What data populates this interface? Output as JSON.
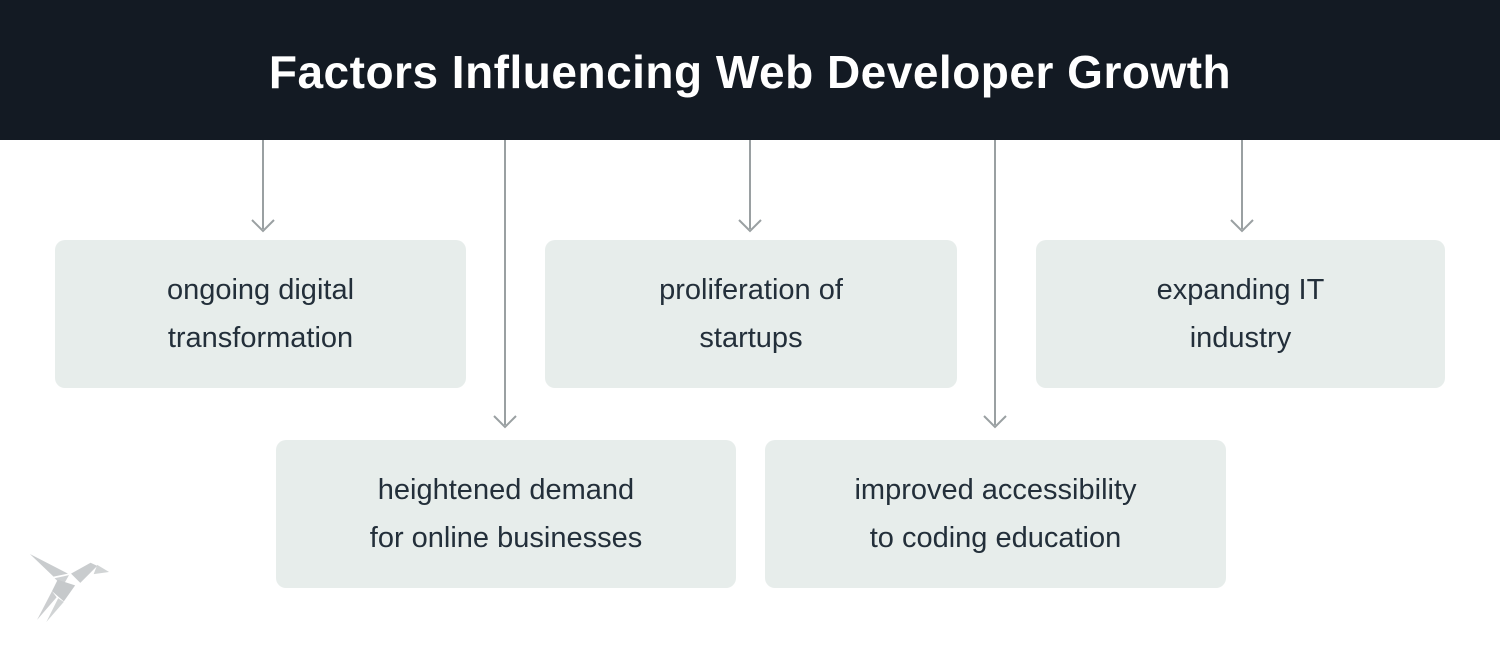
{
  "header": {
    "title": "Factors Influencing Web Developer Growth"
  },
  "factors": [
    {
      "label": "ongoing digital transformation",
      "line1": "ongoing digital",
      "line2": "transformation"
    },
    {
      "label": "proliferation of startups",
      "line1": "proliferation of",
      "line2": "startups"
    },
    {
      "label": "expanding IT industry",
      "line1": "expanding IT",
      "line2": "industry"
    },
    {
      "label": "heightened demand for online businesses",
      "line1": "heightened demand",
      "line2": "for online businesses"
    },
    {
      "label": "improved accessibility to coding education",
      "line1": "improved accessibility",
      "line2": "to coding education"
    }
  ],
  "colors": {
    "headerBg": "#131a23",
    "headerText": "#ffffff",
    "boxBg": "#e7edeb",
    "boxText": "#232f3a",
    "arrow": "#9aa0a2",
    "logo": "#c6c9cb",
    "pageBg": "#ffffff"
  }
}
